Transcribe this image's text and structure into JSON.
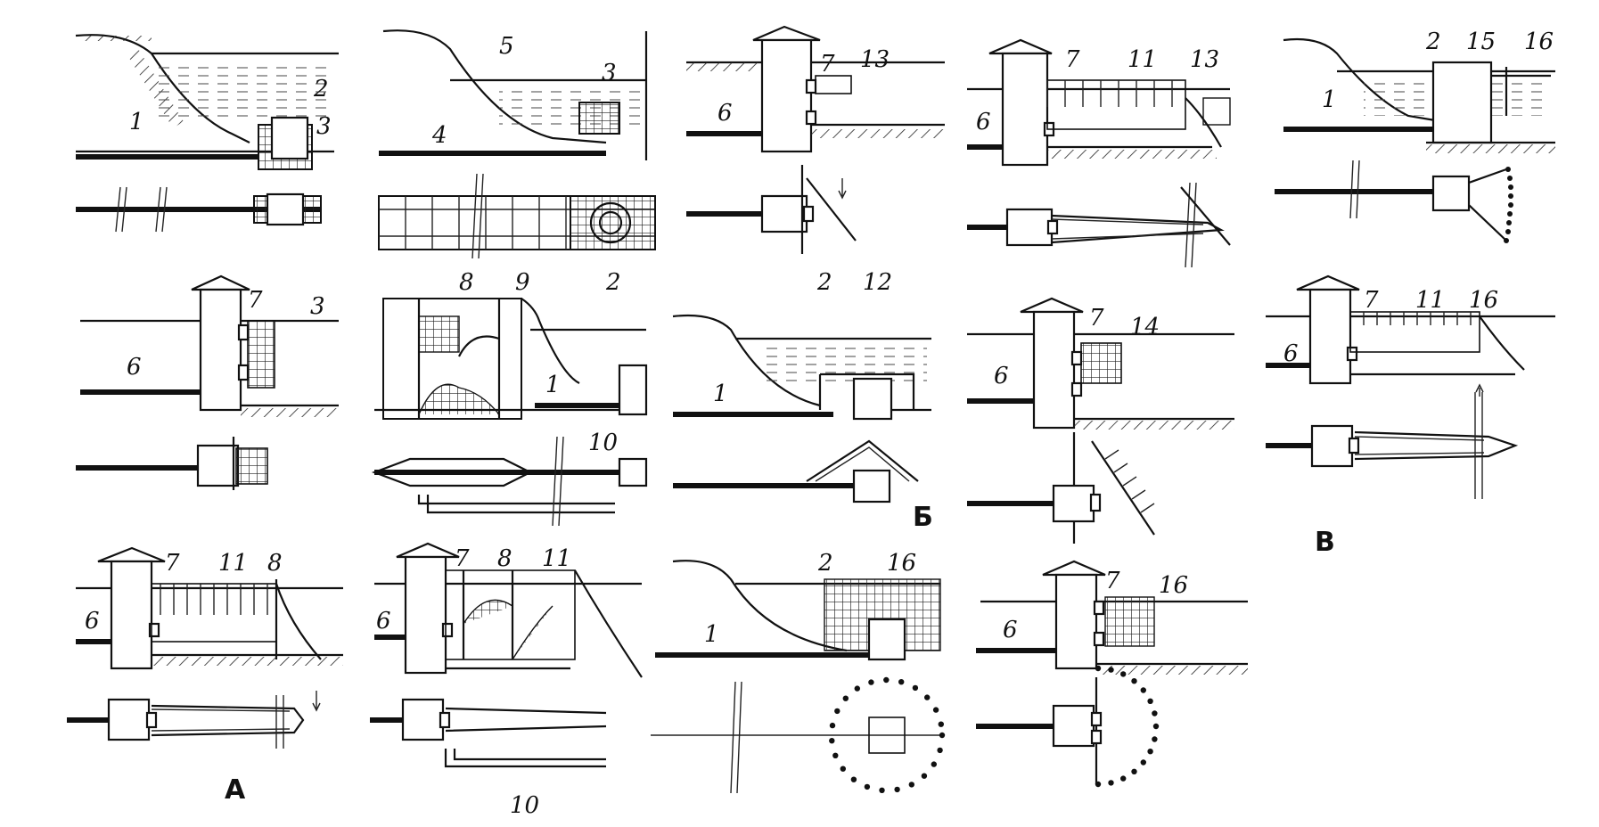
{
  "labels": {
    "n1": "1",
    "n2": "2",
    "n3": "3",
    "n4": "4",
    "n5": "5",
    "n6": "6",
    "n7": "7",
    "n8": "8",
    "n9": "9",
    "n10": "10",
    "n11": "11",
    "n12": "12",
    "n13": "13",
    "n14": "14",
    "n15": "15",
    "n16": "16"
  },
  "group_letters": {
    "a": "А",
    "b": "Б",
    "c": "В"
  }
}
